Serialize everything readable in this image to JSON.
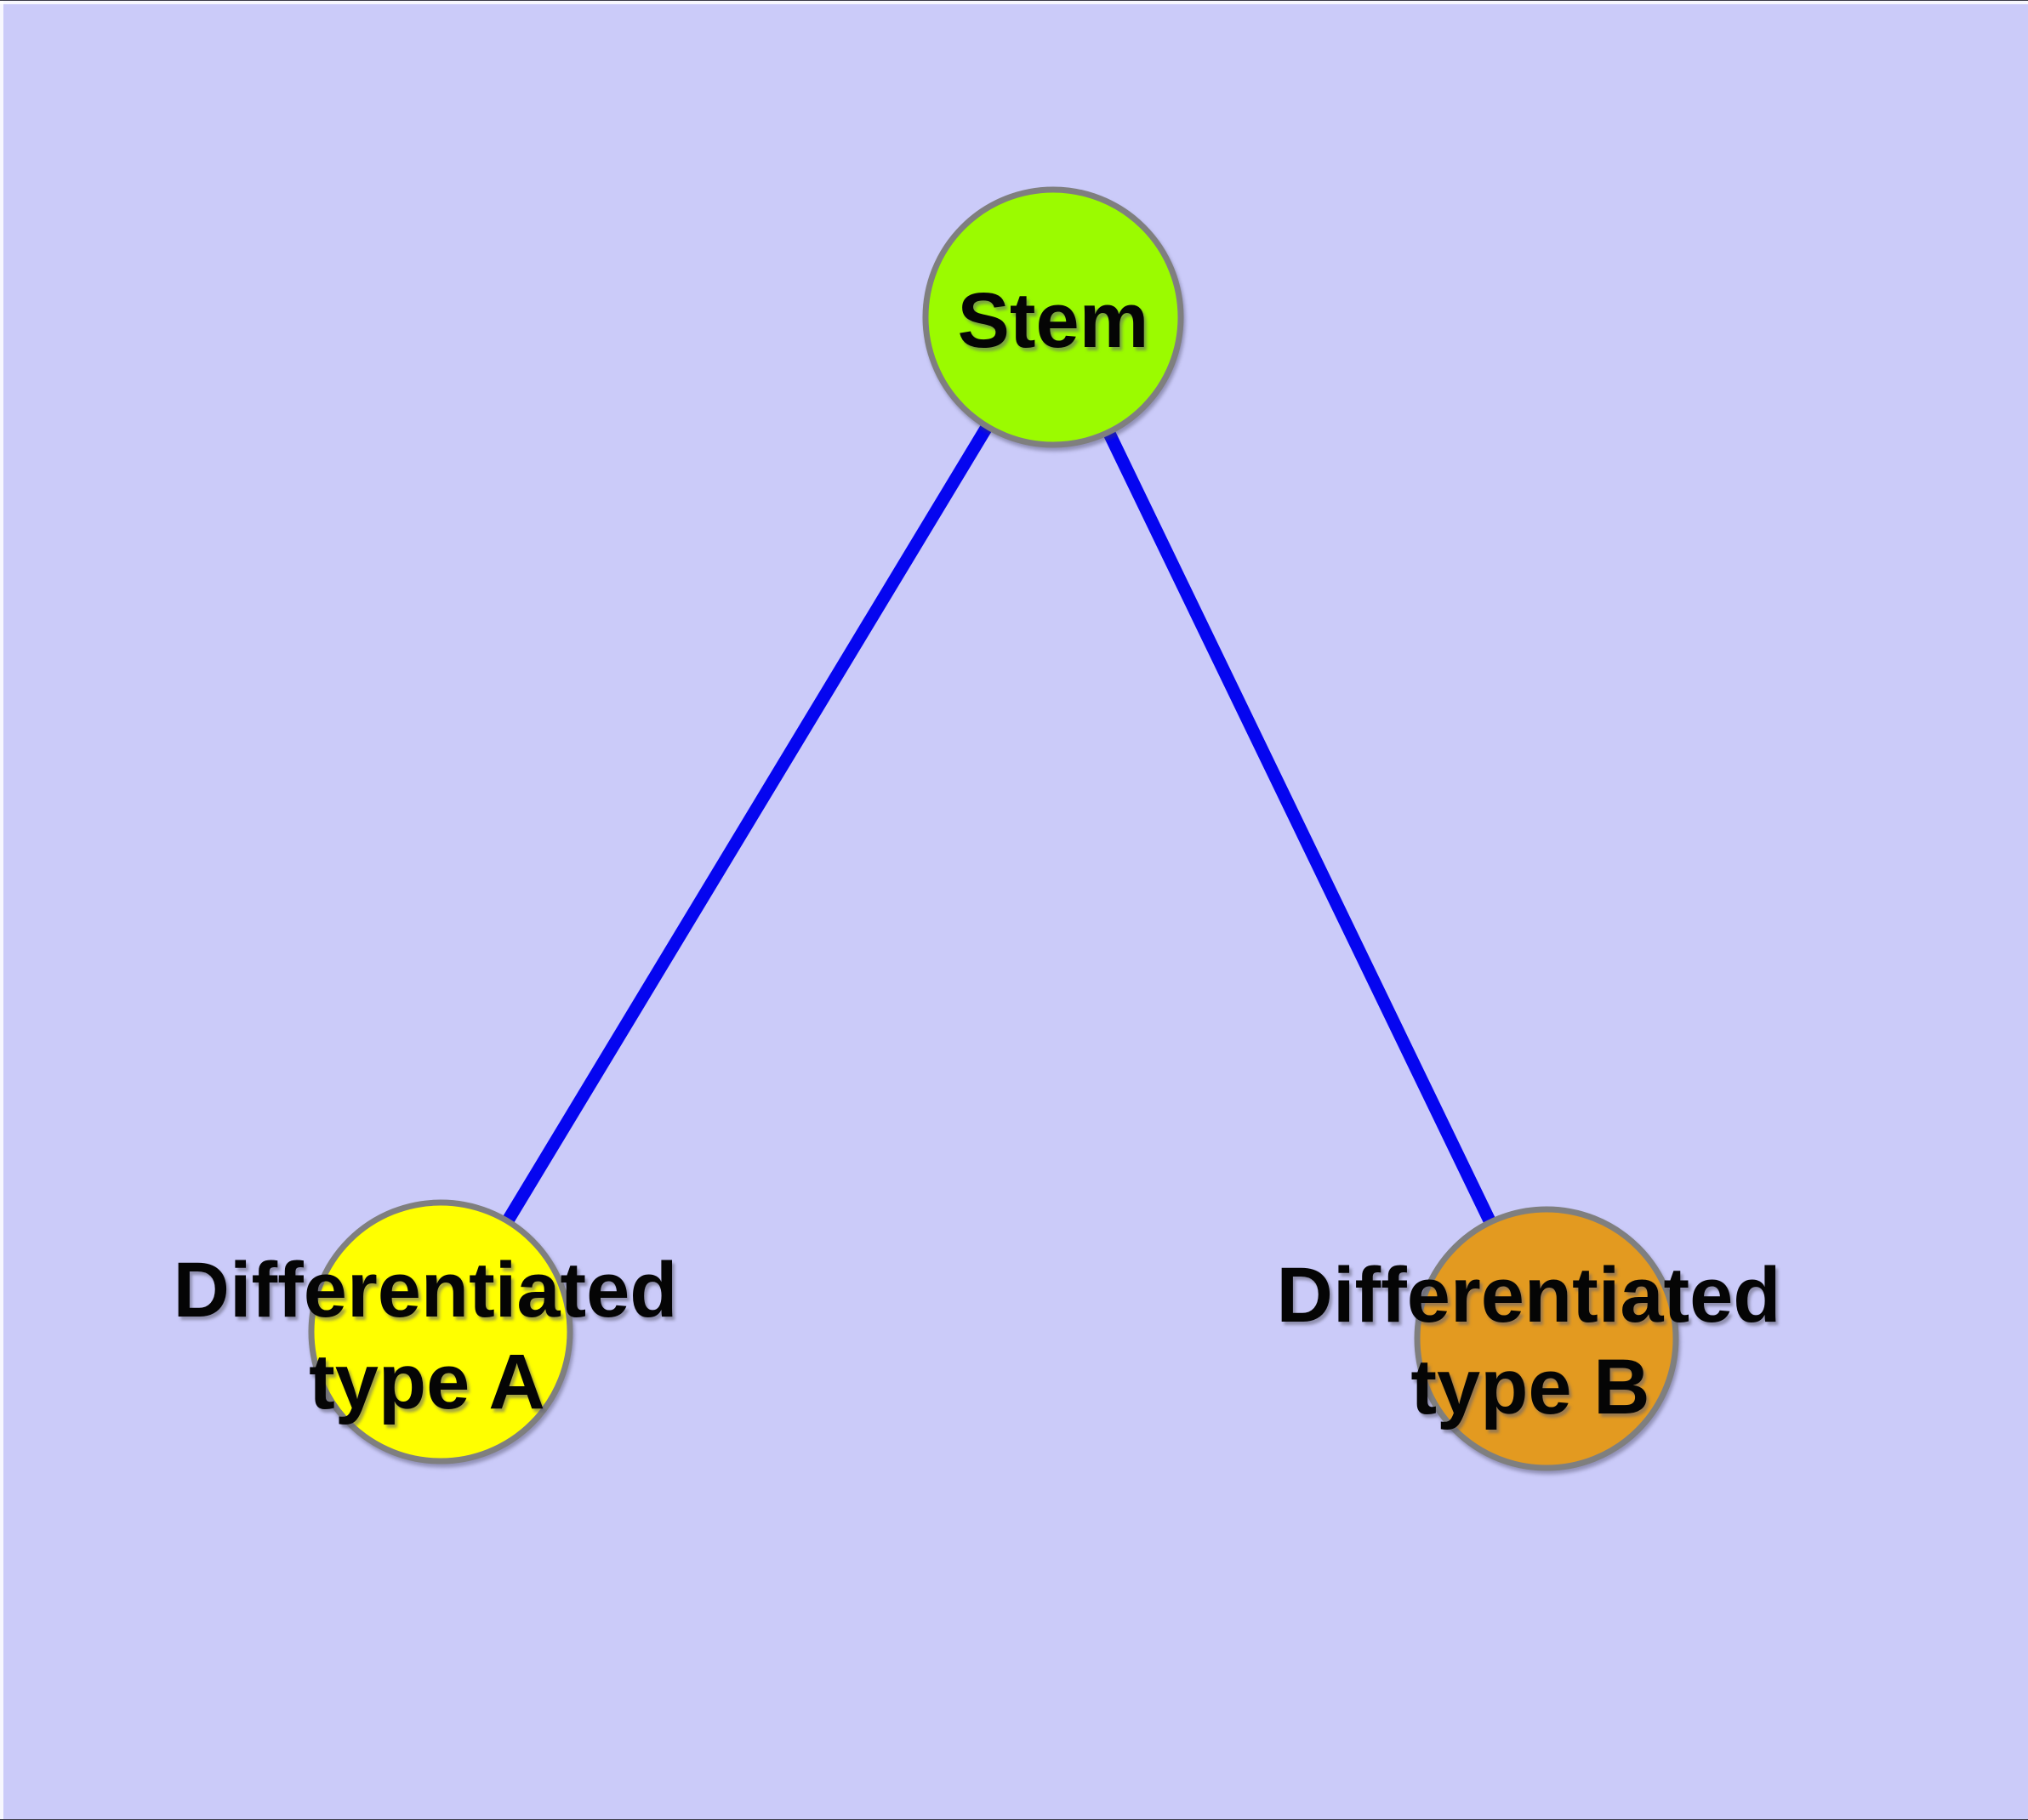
{
  "canvas": {
    "background_color": "#CBCBF9",
    "edge_color": "#0505F0",
    "node_border_color": "#7F7F7F",
    "label_color": "#050505"
  },
  "nodes": [
    {
      "id": "stem",
      "label": "Stem",
      "color": "#9BFB00"
    },
    {
      "id": "type-a",
      "label_line1": "Differentiated",
      "label_line2": "type A",
      "color": "#FFFF00"
    },
    {
      "id": "type-b",
      "label_line1": "Differentiated",
      "label_line2": "type B",
      "color": "#E39A20"
    }
  ],
  "edges": [
    {
      "from": "stem",
      "to": "type-a"
    },
    {
      "from": "stem",
      "to": "type-b"
    }
  ]
}
